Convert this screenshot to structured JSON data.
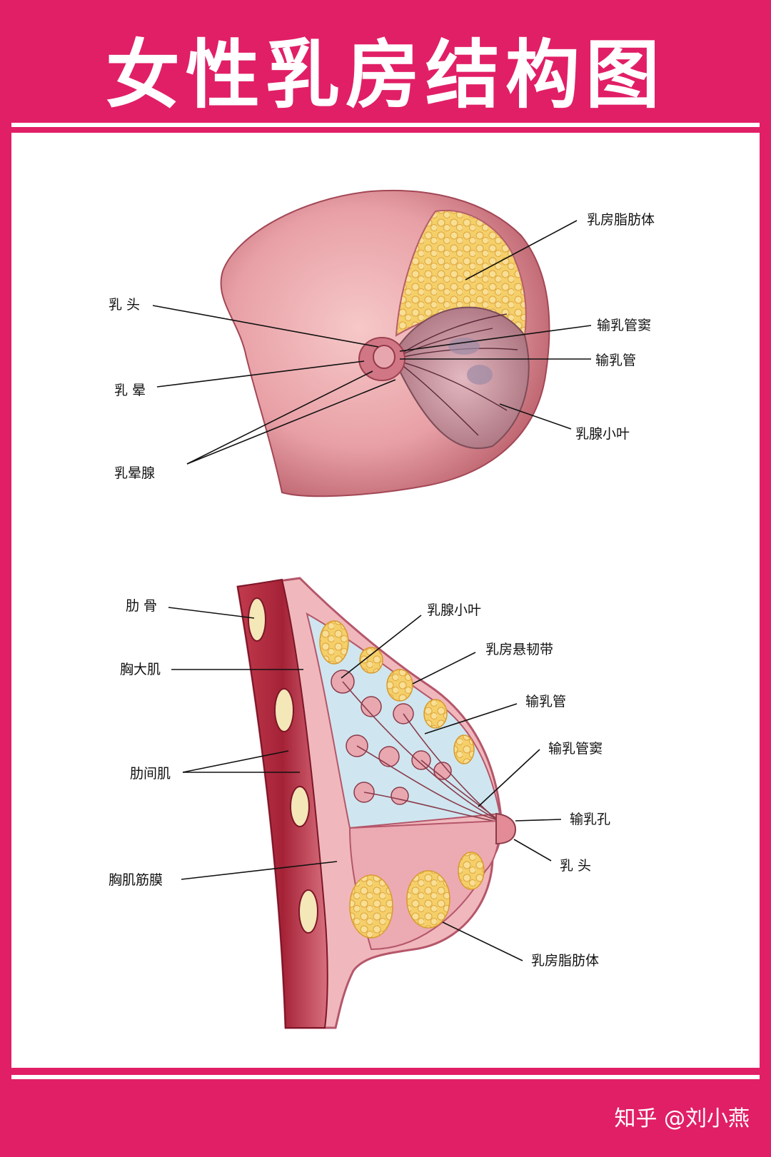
{
  "title": "女性乳房结构图",
  "watermark": "知乎 @刘小燕",
  "figure_top": {
    "labels": {
      "fat_body": "乳房脂肪体",
      "nipple": "乳 头",
      "lactiferous_sinus": "输乳管窦",
      "lactiferous_duct": "输乳管",
      "areola": "乳 晕",
      "lobule": "乳腺小叶",
      "areolar_gland": "乳晕腺"
    }
  },
  "figure_bottom": {
    "labels": {
      "rib": "肋 骨",
      "lobule": "乳腺小叶",
      "suspensory_ligament": "乳房悬韧带",
      "pectoralis_major": "胸大肌",
      "lactiferous_duct": "输乳管",
      "intercostal": "肋间肌",
      "lactiferous_sinus": "输乳管窦",
      "duct_opening": "输乳孔",
      "nipple": "乳 头",
      "pectoral_fascia": "胸肌筋膜",
      "fat_body": "乳房脂肪体"
    }
  },
  "colors": {
    "frame": "#e11f66",
    "skin": "#e59aa2",
    "fat": "#f2c25a",
    "gland": "#c98a93",
    "muscle": "#a8283b"
  }
}
